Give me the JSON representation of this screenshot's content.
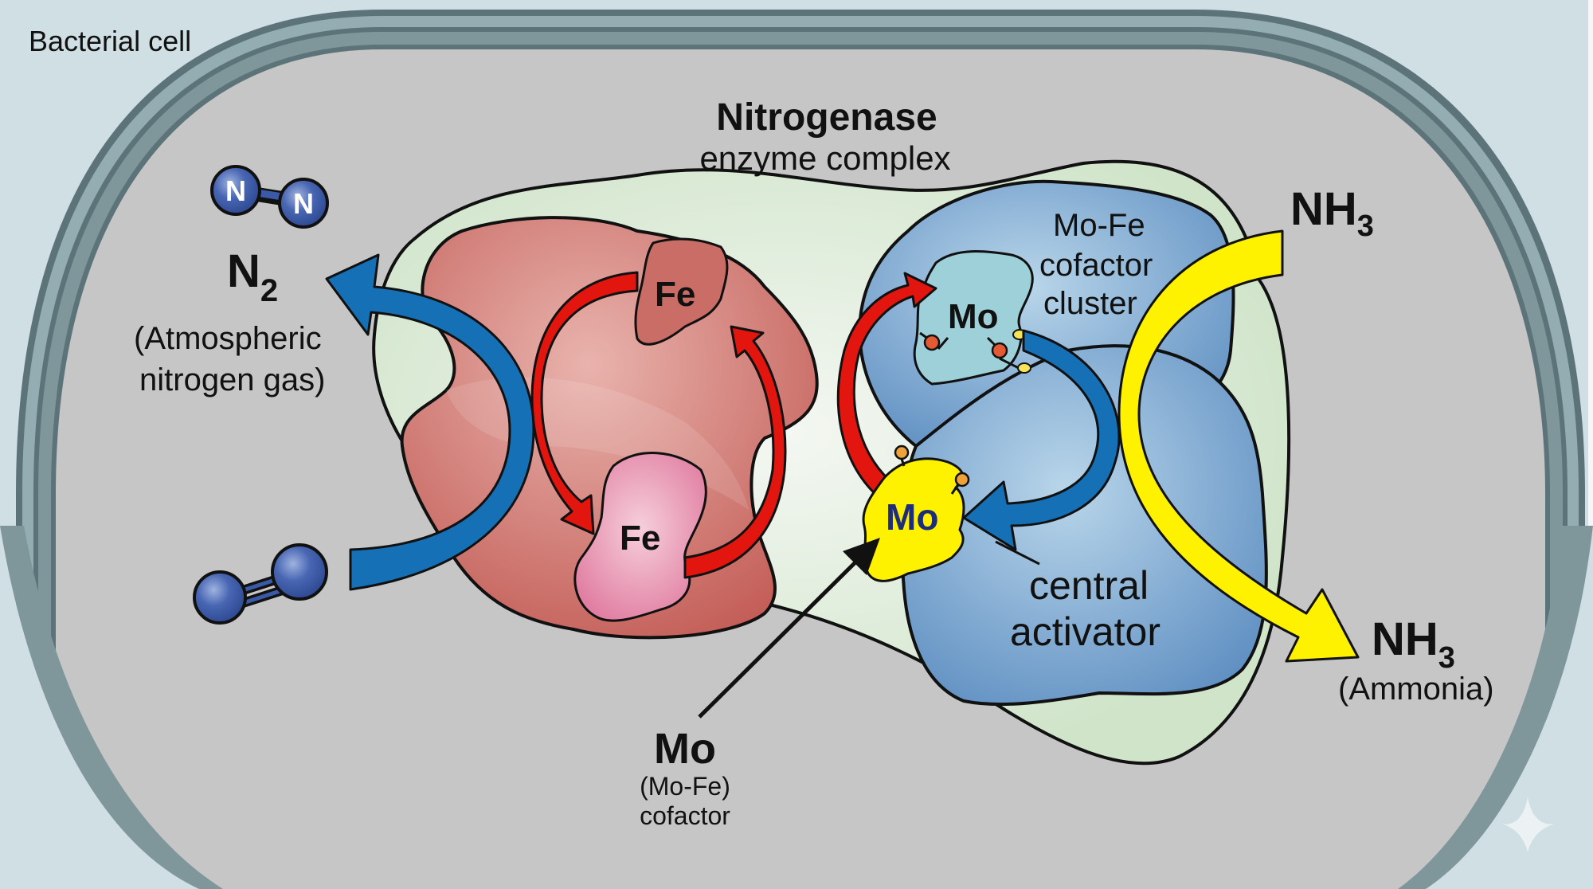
{
  "diagram": {
    "title": "Nitrogenase",
    "subtitle": "enzyme complex",
    "container_label": "Bacterial cell",
    "colors": {
      "background": "#cfdfe4",
      "cell_interior": "#c6c6c6",
      "membrane": "#7f979b",
      "membrane_dark": "#5c7479",
      "enzyme_complex": "#d5e7d0",
      "fe_protein": "#c9605a",
      "fe_cluster_top": "#c96d66",
      "fe_cluster_bottom": "#e98fae",
      "mofe_protein": "#6f9fc9",
      "mofe_cluster": "#9ed0d9",
      "mo_activator": "#fff200",
      "electron_arrow": "#e3160f",
      "n2_arrow": "#1670b6",
      "nh3_arrow": "#fff200",
      "atom": "#3a5aa8"
    },
    "molecules": {
      "n2_top": {
        "atom1": "N",
        "atom2": "N",
        "bond": "triple"
      },
      "n2_bottom": {
        "bond": "double"
      }
    },
    "labels": {
      "n2_formula": "N",
      "n2_subscript": "2",
      "n2_desc_line1": "(Atmospheric",
      "n2_desc_line2": "nitrogen gas)",
      "fe_top": "Fe",
      "fe_bottom": "Fe",
      "mofe_line1": "Mo-Fe",
      "mofe_line2": "cofactor",
      "mofe_line3": "cluster",
      "mo_cluster": "Mo",
      "mo_activator": "Mo",
      "central_line1": "central",
      "central_line2": "activator",
      "mo_callout": "Mo",
      "mo_callout_line2": "(Mo-Fe)",
      "mo_callout_line3": "cofactor",
      "nh3_top_formula": "NH",
      "nh3_top_subscript": "3",
      "nh3_bottom_formula": "NH",
      "nh3_bottom_subscript": "3",
      "nh3_desc": "(Ammonia)"
    },
    "icons": {
      "watermark": "sparkle-icon"
    }
  }
}
